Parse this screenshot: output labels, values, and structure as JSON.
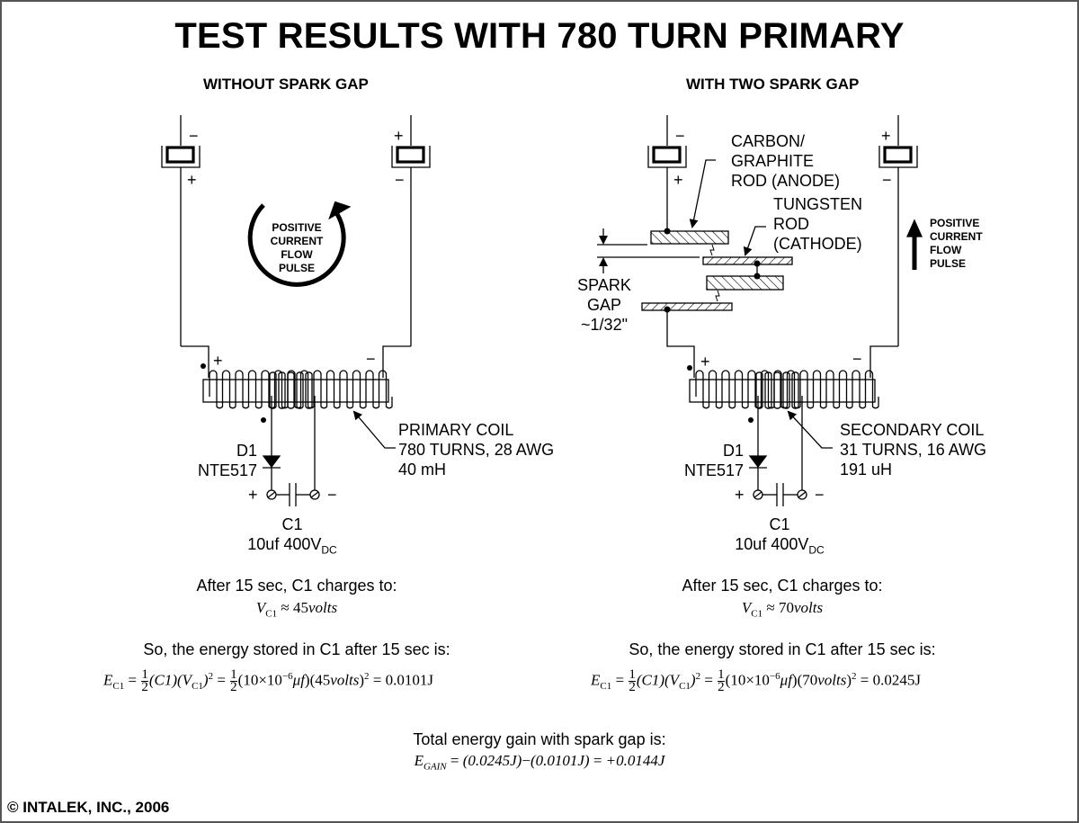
{
  "title": "TEST RESULTS WITH 780 TURN PRIMARY",
  "left_panel": {
    "heading": "WITHOUT SPARK GAP",
    "battery_top_left": {
      "top": "−",
      "bottom": "+"
    },
    "battery_top_right": {
      "top": "+",
      "bottom": "−"
    },
    "current_flow_label": [
      "POSITIVE",
      "CURRENT",
      "FLOW",
      "PULSE"
    ],
    "coil_plus": "+",
    "coil_minus": "−",
    "coil_label": [
      "PRIMARY COIL",
      "780 TURNS, 28 AWG",
      "40 mH"
    ],
    "diode_label": [
      "D1",
      "NTE517"
    ],
    "cap_plus": "+",
    "cap_minus": "−",
    "cap_name": "C1",
    "cap_value": "10uf 400V",
    "cap_value_sub": "DC",
    "charge_text": "After 15 sec, C1 charges to:",
    "voltage_value": "45",
    "voltage_unit": "volts",
    "energy_text": "So, the energy stored in C1 after 15 sec is:",
    "energy_result": "0.0101J"
  },
  "right_panel": {
    "heading": "WITH TWO SPARK GAP",
    "battery_top_left": {
      "top": "−",
      "bottom": "+"
    },
    "battery_top_right": {
      "top": "+",
      "bottom": "−"
    },
    "anode_label": [
      "CARBON/",
      "GRAPHITE",
      "ROD (ANODE)"
    ],
    "cathode_label": [
      "TUNGSTEN",
      "ROD",
      "(CATHODE)"
    ],
    "spark_gap_label": [
      "SPARK",
      "GAP",
      "~1/32\""
    ],
    "current_flow_label": [
      "POSITIVE",
      "CURRENT",
      "FLOW",
      "PULSE"
    ],
    "coil_plus": "+",
    "coil_minus": "−",
    "coil_label": [
      "SECONDARY COIL",
      "31 TURNS, 16 AWG",
      "191 uH"
    ],
    "diode_label": [
      "D1",
      "NTE517"
    ],
    "cap_plus": "+",
    "cap_minus": "−",
    "cap_name": "C1",
    "cap_value": "10uf 400V",
    "cap_value_sub": "DC",
    "charge_text": "After 15 sec, C1 charges to:",
    "voltage_value": "70",
    "voltage_unit": "volts",
    "energy_text": "So, the energy stored in C1 after 15 sec is:",
    "energy_result": "0.0245J"
  },
  "formula": {
    "E": "E",
    "V": "V",
    "sub_c1": "C1",
    "approx": "≈",
    "half_num": "1",
    "half_den": "2",
    "c1_term": "(C1)",
    "cap_term": "10×10",
    "exp": "−6",
    "unit_uf": "μf",
    "sq": "2",
    "eq": "="
  },
  "summary": {
    "text": "Total energy gain with spark gap is:",
    "sub_gain": "GAIN",
    "term1": "(0.0245J)",
    "minus": "−",
    "term2": "(0.0101J)",
    "result": "+0.0144J"
  },
  "copyright": "© INTALEK, INC., 2006"
}
